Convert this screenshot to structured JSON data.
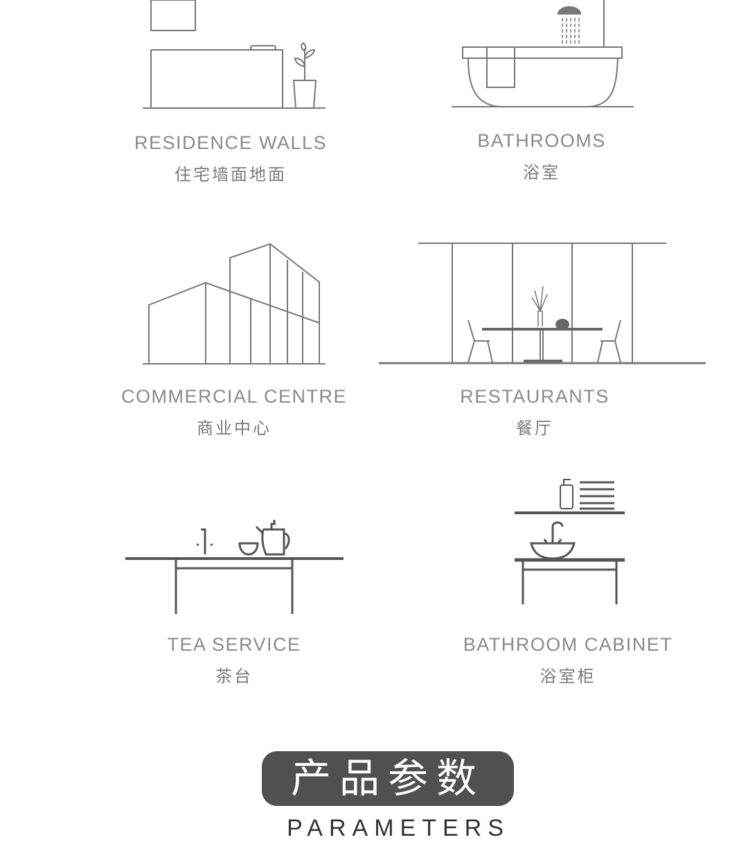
{
  "scenes": [
    {
      "en": "RESIDENCE WALLS",
      "cn": "住宅墙面地面",
      "icon": "residence-icon"
    },
    {
      "en": "BATHROOMS",
      "cn": "浴室",
      "icon": "bathtub-icon"
    },
    {
      "en": "COMMERCIAL CENTRE",
      "cn": "商业中心",
      "icon": "building-icon"
    },
    {
      "en": "RESTAURANTS",
      "cn": "餐厅",
      "icon": "dining-table-icon"
    },
    {
      "en": "TEA SERVICE",
      "cn": "茶台",
      "icon": "tea-table-icon"
    },
    {
      "en": "BATHROOM CABINET",
      "cn": "浴室柜",
      "icon": "bathroom-cabinet-icon"
    }
  ],
  "section": {
    "title_cn": "产品参数",
    "title_en": "PARAMETERS"
  },
  "colors": {
    "line": "#777777",
    "badge": "#505050",
    "label": "#8a8a8a"
  }
}
